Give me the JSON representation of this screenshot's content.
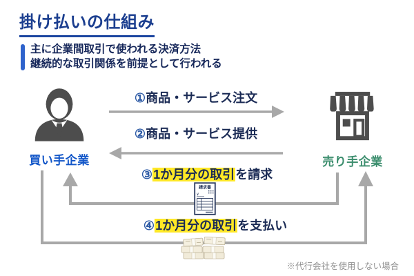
{
  "title": "掛け払いの仕組み",
  "description": {
    "line1": "主に企業間取引で使われる決済方法",
    "line2": "継続的な取引関係を前提として行われる"
  },
  "actors": {
    "buyer": {
      "label": "買い手企業",
      "label_color": "#1256c8",
      "icon": "businessman-icon"
    },
    "seller": {
      "label": "売り手企業",
      "label_color": "#3c8e6e",
      "icon": "storefront-icon"
    }
  },
  "steps": [
    {
      "number": "①",
      "text": "商品・サービス注文",
      "from": "buyer",
      "to": "seller"
    },
    {
      "number": "②",
      "text": "商品・サービス提供",
      "from": "seller",
      "to": "buyer"
    },
    {
      "number": "③",
      "highlight": "1か月分の取引",
      "suffix": "を請求",
      "from": "seller",
      "to": "buyer",
      "icon": "invoice-icon"
    },
    {
      "number": "④",
      "highlight": "1か月分の取引",
      "suffix": "を支払い",
      "from": "buyer",
      "to": "seller",
      "icon": "money-stack-icon"
    }
  ],
  "invoice_icon_title": "請求書",
  "note": "※代行会社を使用しない場合",
  "colors": {
    "title_blue": "#1b3e8f",
    "accent_bar_blue": "#2f63cc",
    "body_navy": "#1b2b55",
    "step_number_blue": "#2e5ba6",
    "highlight_yellow": "#ffe826",
    "arrow_gray": "#a8a8a8",
    "icon_gray": "#4d4d4d",
    "buyer_label_blue": "#1256c8",
    "seller_label_green": "#3c8e6e",
    "note_gray": "#909090"
  }
}
